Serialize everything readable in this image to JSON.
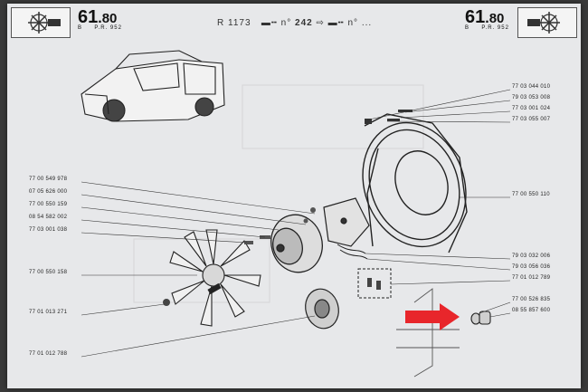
{
  "header": {
    "left_code_main": "61",
    "left_code_sub": "80",
    "left_code_letter": "B",
    "left_code_pr": "P.R. 952",
    "right_code_main": "61",
    "right_code_sub": "80",
    "right_code_letter": "B",
    "right_code_pr": "P.R. 952",
    "model_ref": "R 1173",
    "model_num": "242",
    "trailing": "..."
  },
  "left_refs": [
    "77 00 549 978",
    "07 05 626 000",
    "77 00 550 159",
    "08 54 582 002",
    "77 03 001 038",
    "77 00 550 158",
    "77 01 013 271",
    "77 01 012 788"
  ],
  "right_refs": [
    "77 03 044 010",
    "79 03 053 008",
    "77 03 001 024",
    "77 03 055 007",
    "77 00 550 110",
    "79 03 032 006",
    "79 03 056 036",
    "77 01 012 789",
    "77 00 526 835",
    "08 55 857 600"
  ],
  "colors": {
    "paper": "#e7e8ea",
    "ink": "#222222",
    "arrow": "#e8262b"
  },
  "icons": [
    "car-illustration",
    "fan-assembly-drawing",
    "red-arrow-icon",
    "fan-thumbnail-icon"
  ]
}
